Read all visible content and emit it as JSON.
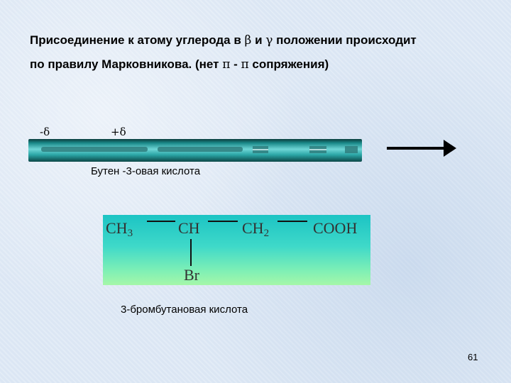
{
  "heading": {
    "line1_pre": "Присоединение к атому углерода в ",
    "beta": "β",
    "line1_mid": " и ",
    "gamma": "γ",
    "line1_post": " положении происходит",
    "line2_pre": "по правилу Марковникова. (нет ",
    "pi1": "π",
    "line2_mid": " - ",
    "pi2": "π",
    "line2_post": " сопряжения)"
  },
  "charges": {
    "minus": "-δ",
    "plus": "+δ"
  },
  "reactant_name": "Бутен -3-овая кислота",
  "product_formula": {
    "groups": [
      {
        "base": "CH",
        "sub": "3"
      },
      {
        "base": "CH",
        "sub": ""
      },
      {
        "base": "CH",
        "sub": "2"
      },
      {
        "base": "COOH",
        "sub": ""
      }
    ],
    "substituent": "Br"
  },
  "product_name": "3-бромбутановая кислота",
  "page_number": "61",
  "colors": {
    "bar_teal": "#1b8a8a",
    "box_top": "#1cc4c4",
    "box_bottom": "#a6f7a9"
  }
}
